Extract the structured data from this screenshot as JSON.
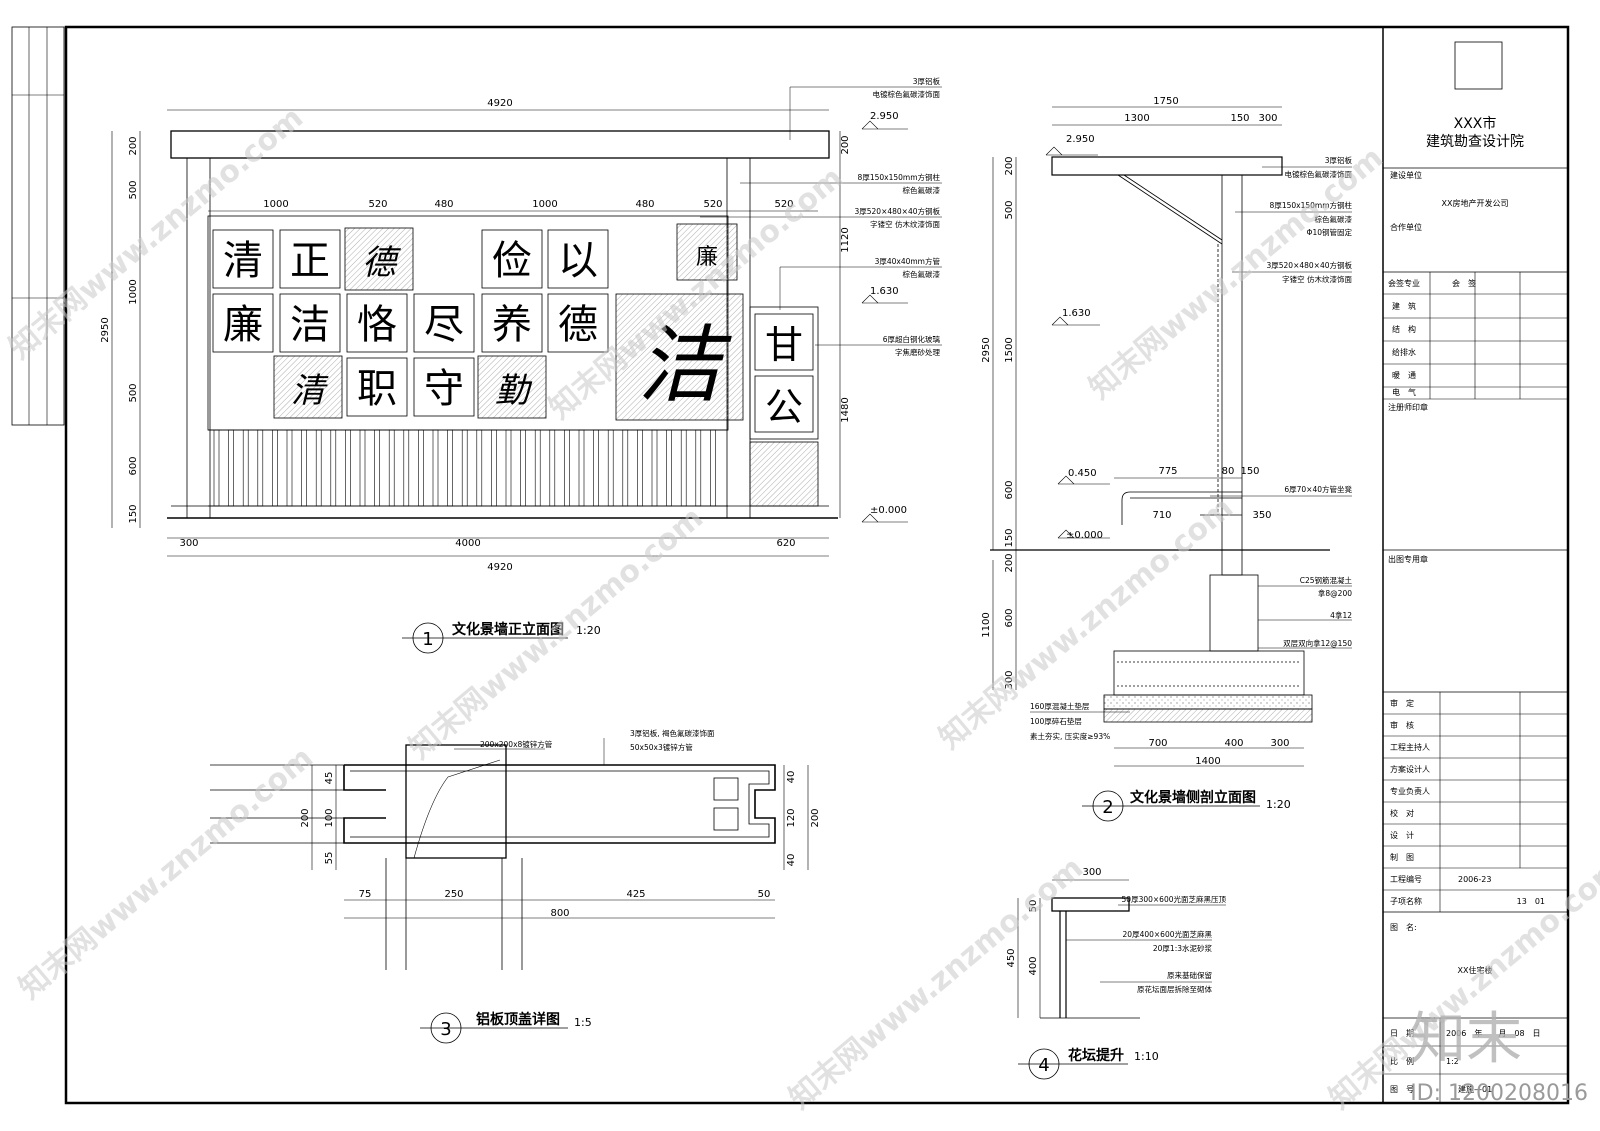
{
  "sheet": {
    "watermark_site": "知末网www.znzmo.com",
    "watermark_logo": "知末",
    "id_label": "ID: 1200208016"
  },
  "title_block": {
    "institute_city": "XXX市",
    "institute_name": "建筑勘查设计院",
    "client_label": "建设单位",
    "client_value": "XX房地产开发公司",
    "partner_label": "合作单位",
    "cosign_label": "会签专业",
    "cosign_sign": "会　签",
    "disciplines": [
      "建　筑",
      "结　构",
      "给排水",
      "暖　通",
      "电　气"
    ],
    "stamp_label": "注册师印章",
    "issue_label": "出图专用章",
    "roles": [
      "审　定",
      "审　核",
      "工程主持人",
      "方案设计人",
      "专业负责人",
      "校　对",
      "设　计",
      "制　图"
    ],
    "project_no_label": "工程编号",
    "project_no": "2006-23",
    "subitem_label": "子项名称",
    "subitem_value": "13　01",
    "drawing_name_label": "图　名:",
    "drawing_name": "XX住宅楼",
    "date_label": "日　期",
    "date_value": "2006　年　　月　08　日",
    "scale_label": "比　例",
    "scale_value": "1:2",
    "sheet_label": "图　号",
    "sheet_value": "建施—01"
  },
  "view1": {
    "number": "1",
    "title": "文化景墙正立面图",
    "scale": "1:20",
    "dims_top": [
      "4920"
    ],
    "dims_panels": [
      "1000",
      "520",
      "480",
      "1000",
      "480",
      "520",
      "520"
    ],
    "dims_bottom": [
      "300",
      "4000",
      "620"
    ],
    "dims_total_bottom": "4920",
    "dims_left": [
      "200",
      "500",
      "1000",
      "500",
      "600",
      "150"
    ],
    "dim_left_total": "2950",
    "dims_right": [
      "200",
      "1120",
      "1480"
    ],
    "levels": [
      "2.950",
      "1.630",
      "±0.000"
    ],
    "characters": [
      "清",
      "正",
      "德",
      "俭",
      "以",
      "廉",
      "廉",
      "洁",
      "恪",
      "尽",
      "养",
      "德",
      "洁",
      "甘",
      "清",
      "职",
      "守",
      "勤",
      "公"
    ],
    "notes": [
      "3厚铝板",
      "电镀棕色氟碳漆饰面",
      "8厚150x150mm方钢柱",
      "棕色氟碳漆",
      "3厚520×480×40方钢板",
      "字镂空 仿木纹漆饰面",
      "3厚40x40mm方管",
      "棕色氟碳漆",
      "6厚超白钢化玻璃",
      "字焦磨砂处理"
    ]
  },
  "view2": {
    "number": "2",
    "title": "文化景墙侧剖立面图",
    "scale": "1:20",
    "dims_top": [
      "1750"
    ],
    "dims_top_split": [
      "1300",
      "150",
      "300"
    ],
    "dims_left": [
      "200",
      "500",
      "1500",
      "600",
      "150",
      "200",
      "600",
      "300"
    ],
    "dim_left_total": "2950",
    "dim_found_total": "1100",
    "dims_bench": [
      "775",
      "80",
      "150",
      "710",
      "350"
    ],
    "dims_bottom": [
      "700",
      "400",
      "300"
    ],
    "dims_bottom_total": "1400",
    "levels": [
      "2.950",
      "1.630",
      "0.450",
      "±0.000"
    ],
    "notes": [
      "3厚铝板",
      "电镀棕色氟碳漆饰面",
      "8厚150x150mm方钢柱",
      "棕色氟碳漆",
      "Φ10钢管固定",
      "3厚520×480×40方钢板",
      "字镂空 仿木纹漆饰面",
      "6厚70×40方管坐凳",
      "C25钢筋混凝土",
      "拿8@200",
      "4拿12",
      "双层双向拿12@150",
      "160厚混凝土垫层",
      "100厚碎石垫层",
      "素土夯实, 压实度≥93%"
    ]
  },
  "view3": {
    "number": "3",
    "title": "铝板顶盖详图",
    "scale": "1:5",
    "dims_left": [
      "45",
      "100",
      "55"
    ],
    "dim_left_total": "200",
    "dims_right": [
      "40",
      "120",
      "40"
    ],
    "dim_right_total": "200",
    "dims_bottom": [
      "75",
      "250",
      "425",
      "50"
    ],
    "dims_bottom_total": "800",
    "notes": [
      "200x200x8镀锌方管",
      "3厚铝板, 褐色氟碳漆饰面",
      "50x50x3镀锌方管"
    ]
  },
  "view4": {
    "number": "4",
    "title": "花坛提升",
    "scale": "1:10",
    "dims_top": [
      "300"
    ],
    "dims_left": [
      "50",
      "400"
    ],
    "dim_left_total": "450",
    "notes": [
      "50厚300×600光面芝麻黑压顶",
      "20厚400×600光面芝麻黑",
      "20厚1:3水泥砂浆",
      "原来基础保留",
      "原花坛面层拆除至砌体"
    ]
  }
}
